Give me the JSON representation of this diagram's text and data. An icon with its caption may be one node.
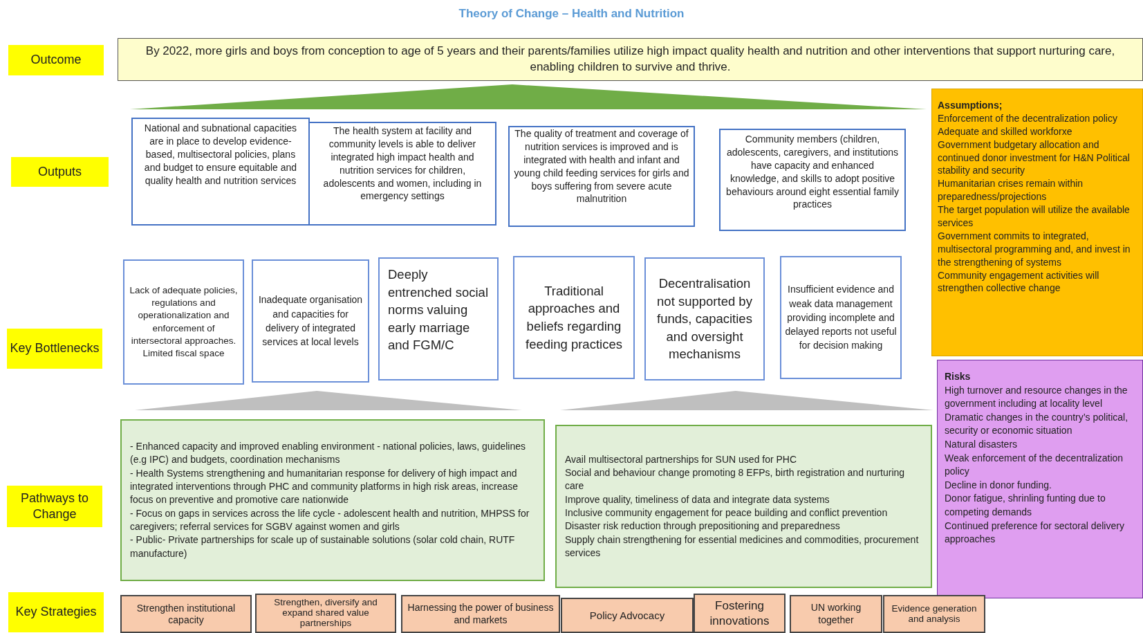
{
  "diagram": {
    "title": "Theory of Change – Health and Nutrition",
    "nodes": [
      {
        "text": [
          "Outcome"
        ]
      },
      {
        "text": [
          "By 2022, more girls and boys from conception to age of 5 years and their parents/families utilize high impact quality health and nutrition and other interventions that support nurturing care, enabling children to survive and thrive."
        ]
      },
      {
        "text": [
          "Outputs"
        ]
      },
      {
        "text": [
          "National and subnational capacities are in place to develop evidence-based, multisectoral policies, plans and budget to ensure equitable and quality health and nutrition services"
        ]
      },
      {
        "text": [
          "The health system at facility and community levels is able to deliver integrated high impact health and nutrition services for children, adolescents and women, including in emergency settings"
        ]
      },
      {
        "text": [
          "The quality of treatment and coverage of nutrition services is improved and is integrated with health and infant and young child feeding services for girls and boys suffering from severe acute malnutrition"
        ]
      },
      {
        "text": [
          "Community members (children, adolescents, caregivers, and institutions have capacity and enhanced knowledge, and skills to adopt positive behaviours around eight essential family practices"
        ]
      },
      {
        "text": [
          "Assumptions;",
          "Enforcement of the decentralization policy",
          "Adequate and skilled workforxe",
          "Government budgetary allocation and continued donor investment for H&N Political stability and security",
          "Humanitarian crises remain within preparedness/projections",
          "The target population will utilize the available services",
          "Government commits to integrated, multisectoral programming and, and invest in the strengthening of systems",
          "Community engagement activities will strengthen collective change"
        ]
      },
      {
        "text": [
          "Key Bottlenecks"
        ]
      },
      {
        "text": [
          "Lack of adequate policies, regulations and operationalization and enforcement of intersectoral approaches. Limited fiscal space"
        ]
      },
      {
        "text": [
          "Inadequate organisation and capacities for delivery of integrated services at local levels"
        ]
      },
      {
        "text": [
          "Deeply entrenched social norms valuing early marriage and FGM/C"
        ]
      },
      {
        "text": [
          "Traditional approaches and beliefs regarding feeding practices"
        ]
      },
      {
        "text": [
          "Decentralisation not supported by funds, capacities and oversight mechanisms"
        ]
      },
      {
        "text": [
          "Insufficient evidence and weak data management providing incomplete and delayed reports not useful for decision making"
        ]
      },
      {
        "text": [
          "Risks",
          "High turnover and resource changes in the government including at locality level",
          "Dramatic changes in the country’s political, security or economic situation",
          "Natural disasters",
          "Weak enforcement of the decentralization policy",
          "Decline in donor funding.",
          "Donor fatigue, shrinling funting due to competing demands",
          "Continued preference for sectoral delivery approaches"
        ]
      },
      {
        "text": [
          "Pathways to Change"
        ]
      },
      {
        "text": [
          "- Enhanced capacity and improved enabling environment - national policies, laws, guidelines (e.g IPC) and budgets, coordination mechanisms",
          "- Health Systems strengthening and humanitarian response for delivery of high impact and integrated interventions through PHC and community platforms in high risk areas, increase focus on preventive and promotive care nationwide",
          "- Focus on gaps in services across the life cycle - adolescent health and nutrition, MHPSS for caregivers; referral services for SGBV against women and girls",
          "- Public- Private partnerships for scale up of sustainable solutions (solar cold chain, RUTF manufacture)"
        ]
      },
      {
        "text": [
          "Avail multisectoral partnerships for SUN used for PHC",
          "Social and behaviour change promoting 8 EFPs, birth registration and nurturing care",
          "Improve quality, timeliness of data and integrate data systems",
          "Inclusive community engagement for peace building and conflict prevention",
          "Disaster risk reduction through prepositioning and preparedness",
          "Supply chain strengthening for essential medicines and commodities, procurement services"
        ]
      },
      {
        "text": [
          "Key Strategies"
        ]
      },
      {
        "text": [
          "Strengthen institutional capacity"
        ]
      },
      {
        "text": [
          "Strengthen, diversify and expand shared value partnerships"
        ]
      },
      {
        "text": [
          "Harnessing the power of business and markets"
        ]
      },
      {
        "text": [
          "Policy Advocacy"
        ]
      },
      {
        "text": [
          "Fostering innovations"
        ]
      },
      {
        "text": [
          "UN working together"
        ]
      },
      {
        "text": [
          "Evidence generation and analysis"
        ]
      },
      {
        "text": [],
        "shape": "triangle"
      },
      {
        "text": [],
        "shape": "triangle"
      },
      {
        "text": [],
        "shape": "triangle"
      }
    ]
  }
}
